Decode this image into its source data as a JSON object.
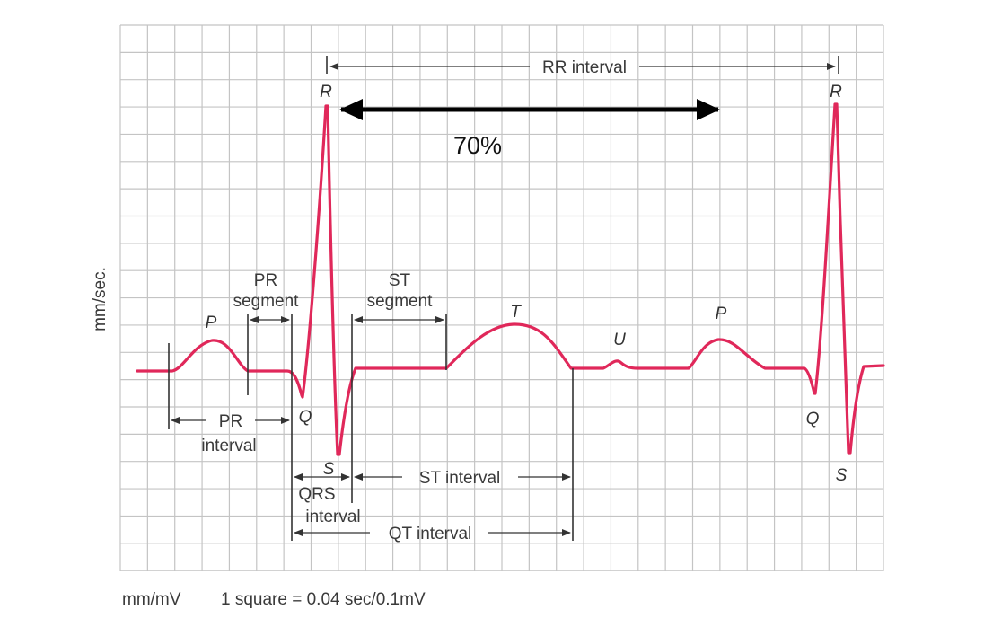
{
  "colors": {
    "trace": "#e0285a",
    "grid": "#c4c4c4",
    "text": "#3a3a3a",
    "arrow": "#000000"
  },
  "y_axis_label": "mm/sec.",
  "footer": {
    "scale_unit": "mm/mV",
    "square_scale": "1 square = 0.04 sec/0.1mV"
  },
  "highlight": {
    "percent": "70%"
  },
  "waves": {
    "p1": "P",
    "q1": "Q",
    "r1": "R",
    "s1": "S",
    "t": "T",
    "u": "U",
    "p2": "P",
    "q2": "Q",
    "r2": "R",
    "s2": "S"
  },
  "intervals": {
    "rr": "RR interval",
    "pr_segment_line1": "PR",
    "pr_segment_line2": "segment",
    "st_segment_line1": "ST",
    "st_segment_line2": "segment",
    "pr_interval_line1": "PR",
    "pr_interval_line2": "interval",
    "qrs_interval_line1": "QRS",
    "qrs_interval_line2": "interval",
    "st_interval": "ST interval",
    "qt_interval": "QT interval"
  }
}
